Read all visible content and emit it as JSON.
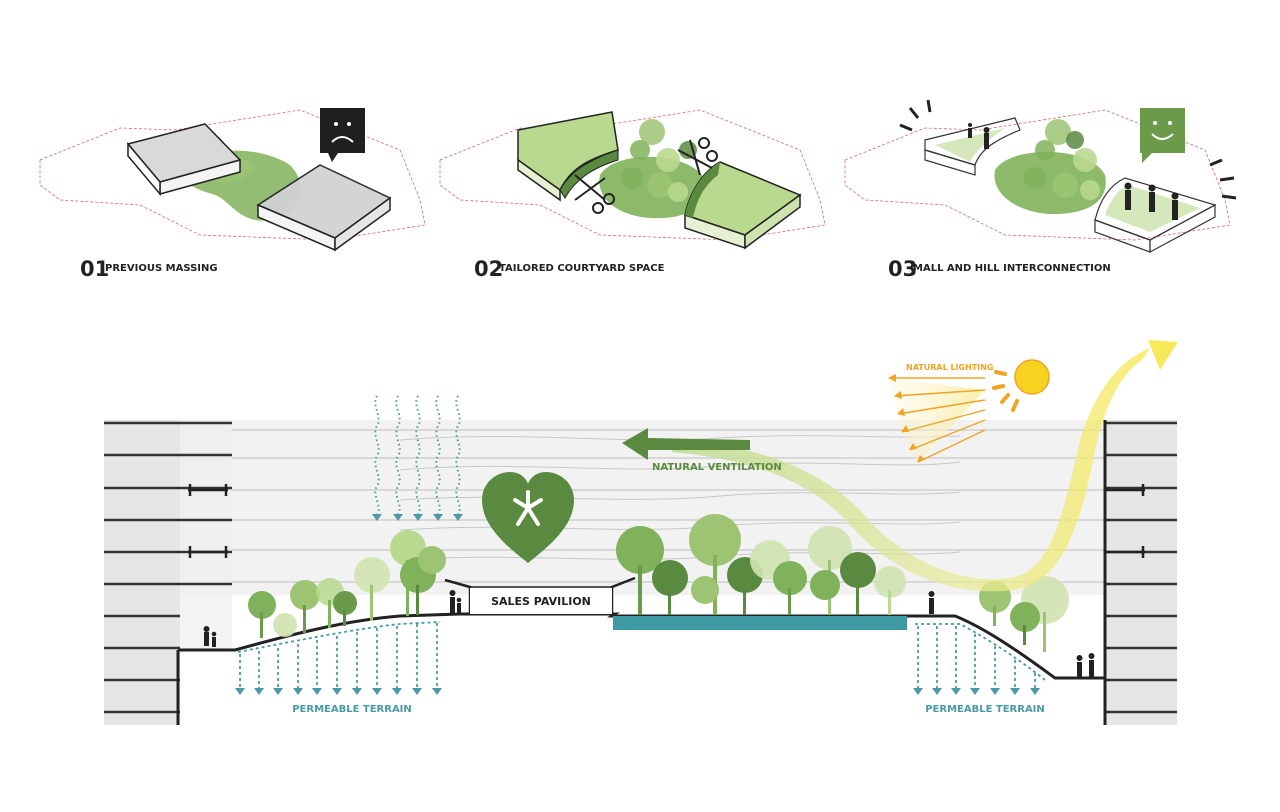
{
  "steps": [
    {
      "number": "01",
      "label": "PREVIOUS MASSING",
      "face": "sad"
    },
    {
      "number": "02",
      "label": "TAILORED COURTYARD SPACE",
      "face": "none"
    },
    {
      "number": "03",
      "label": "MALL AND HILL INTERCONNECTION",
      "face": "happy"
    }
  ],
  "section": {
    "pavilion_label": "SALES PAVILION",
    "ventilation_label": "NATURAL VENTILATION",
    "lighting_label": "NATURAL LIGHTING",
    "permeable_left_label": "PERMEABLE TERRAIN",
    "permeable_right_label": "PERMEABLE TERRAIN"
  },
  "colors": {
    "green_dark": "#5a8a3f",
    "green_mid": "#7fb25a",
    "green_light": "#b9d98f",
    "teal": "#4a9aa6",
    "water": "#3d9aa3",
    "sun": "#f7d21e",
    "sun_ray": "#f0a424",
    "site_outline": "#d86a6a",
    "face_sad_bg": "#1f1f1f",
    "face_happy_bg": "#6a9a4a"
  },
  "icons": [
    "sad-face-icon",
    "happy-face-icon",
    "scissors-icon",
    "heart-asterisk-icon",
    "sun-icon",
    "arrow-icon"
  ]
}
